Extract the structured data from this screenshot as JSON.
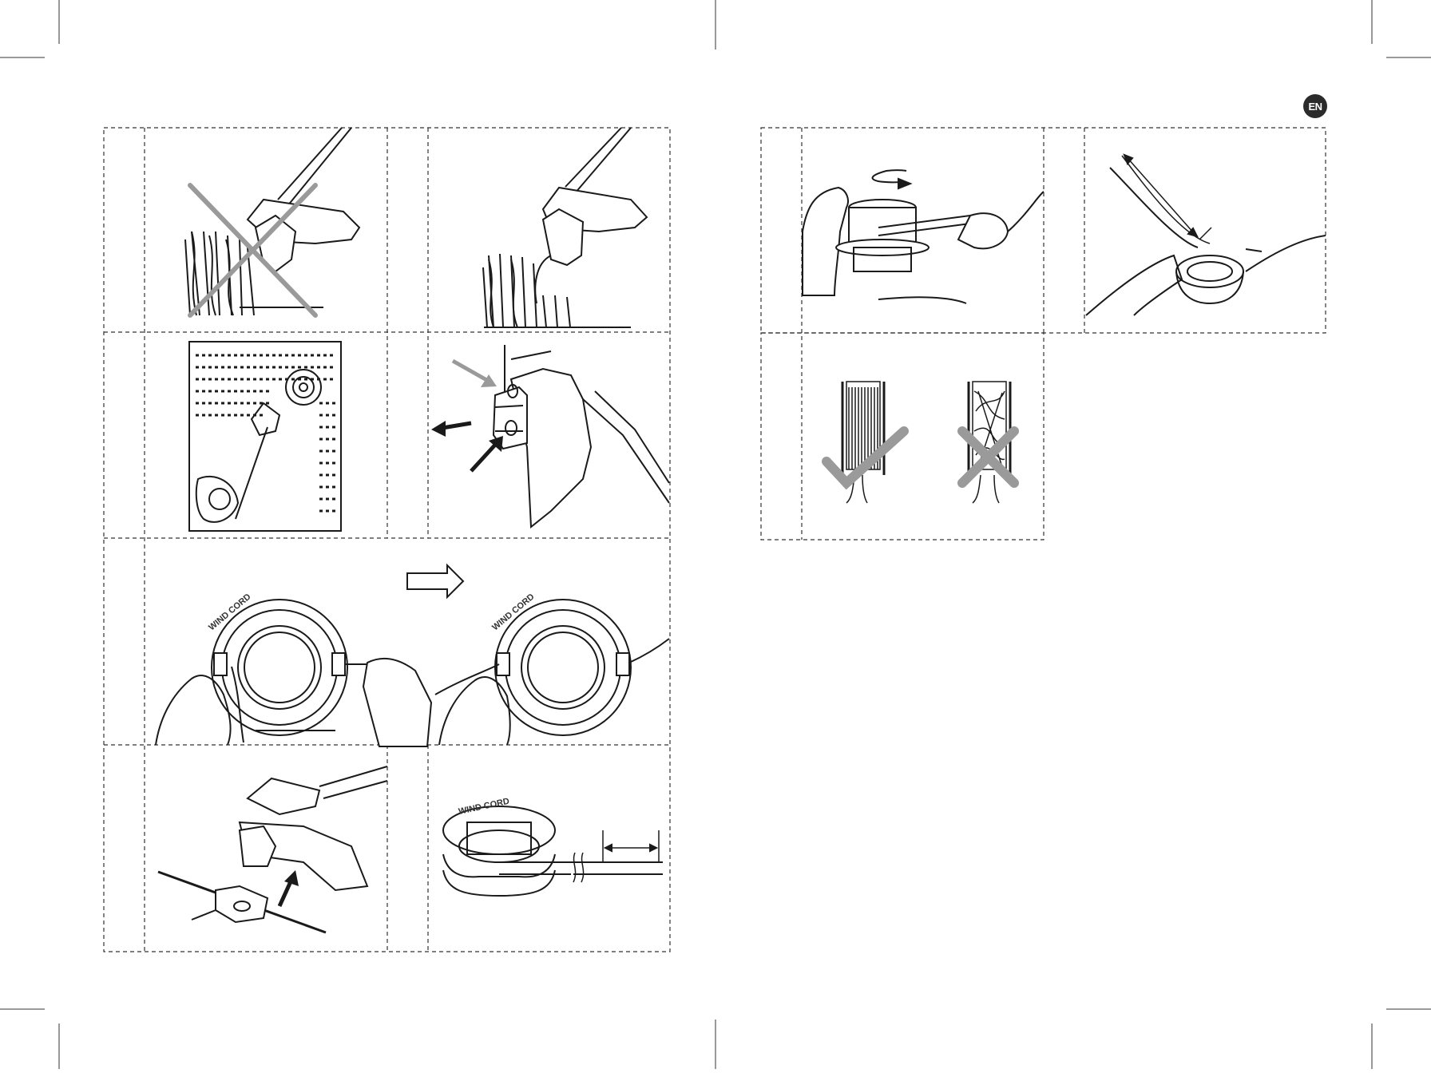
{
  "language_badge": "EN",
  "labels": {
    "spool_wind_text": "WIND CORD",
    "spool_top_text": "WIND CORD"
  },
  "colors": {
    "line": "#1a1a1a",
    "grey_mark": "#9a9a9a",
    "badge": "#2b2b2b"
  },
  "icons": [
    "prohibited-cross",
    "check-mark",
    "hollow-arrow",
    "push-arrow",
    "rotation-arrow"
  ]
}
